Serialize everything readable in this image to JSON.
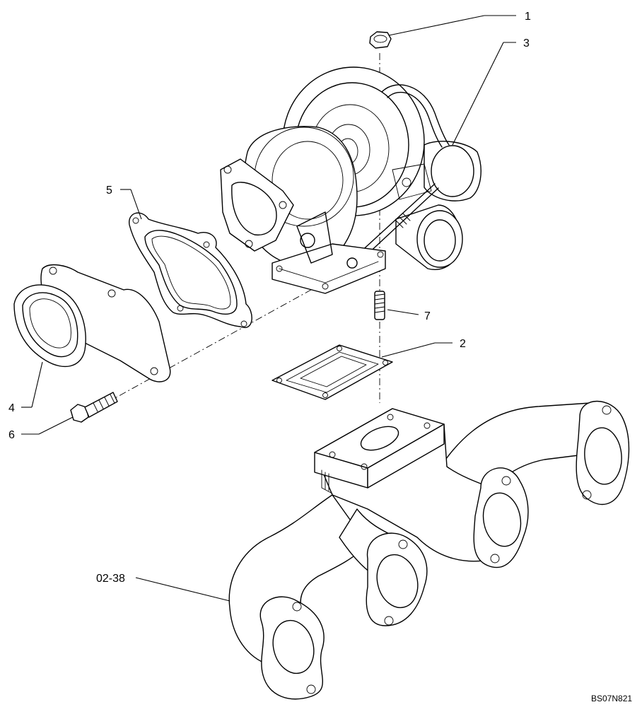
{
  "callouts": {
    "c1": "1",
    "c2": "2",
    "c3": "3",
    "c4": "4",
    "c5": "5",
    "c6": "6",
    "c7": "7",
    "manifold": "02-38"
  },
  "drawing_code": "BS07N821"
}
